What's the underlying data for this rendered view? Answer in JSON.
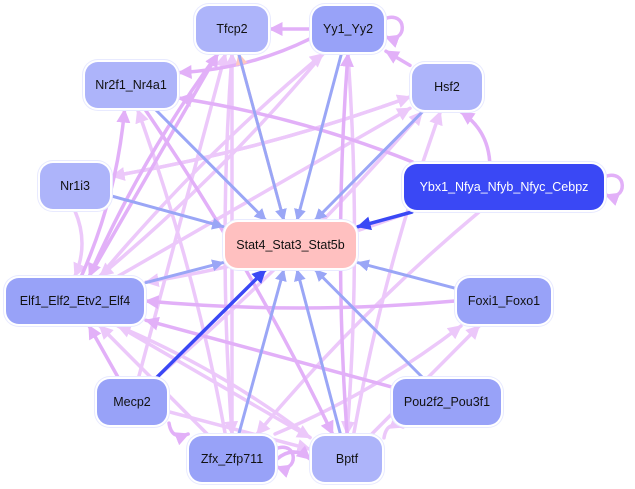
{
  "graph": {
    "type": "directed-network",
    "colors": {
      "center_node": "#ffc0c0",
      "node_strong": "#3a48f5",
      "node_medium": "#98a2f8",
      "node_light": "#adb4fa",
      "edge_to_center": "#9aa6f6",
      "edge_strong": "#3a48f5",
      "edge_other": "#e2b0f8",
      "edge_faint": "#ecc8fa",
      "edge_peach": "#ffc8c0"
    },
    "nodes": [
      {
        "id": "Tfcp2",
        "label": "Tfcp2",
        "shade": "light"
      },
      {
        "id": "Yy1_Yy2",
        "label": "Yy1_Yy2",
        "shade": "medium"
      },
      {
        "id": "Nr2f1_Nr4a1",
        "label": "Nr2f1_Nr4a1",
        "shade": "light"
      },
      {
        "id": "Hsf2",
        "label": "Hsf2",
        "shade": "light"
      },
      {
        "id": "Nr1i3",
        "label": "Nr1i3",
        "shade": "light"
      },
      {
        "id": "Ybx1",
        "label": "Ybx1_Nfya_Nfyb_Nfyc_Cebpz",
        "shade": "strong"
      },
      {
        "id": "Stat",
        "label": "Stat4_Stat3_Stat5b",
        "shade": "center"
      },
      {
        "id": "Elf",
        "label": "Elf1_Elf2_Etv2_Elf4",
        "shade": "medium"
      },
      {
        "id": "Foxi1",
        "label": "Foxi1_Foxo1",
        "shade": "medium"
      },
      {
        "id": "Mecp2",
        "label": "Mecp2",
        "shade": "medium"
      },
      {
        "id": "Pou2f2",
        "label": "Pou2f2_Pou3f1",
        "shade": "medium"
      },
      {
        "id": "Zfx",
        "label": "Zfx_Zfp711",
        "shade": "medium"
      },
      {
        "id": "Bptf",
        "label": "Bptf",
        "shade": "light"
      }
    ],
    "edges": [
      {
        "from": "Tfcp2",
        "to": "Stat",
        "kind": "center"
      },
      {
        "from": "Stat",
        "to": "Tfcp2",
        "kind": "peach"
      },
      {
        "from": "Yy1_Yy2",
        "to": "Stat",
        "kind": "center"
      },
      {
        "from": "Nr2f1_Nr4a1",
        "to": "Stat",
        "kind": "center"
      },
      {
        "from": "Hsf2",
        "to": "Stat",
        "kind": "center"
      },
      {
        "from": "Nr1i3",
        "to": "Stat",
        "kind": "center"
      },
      {
        "from": "Ybx1",
        "to": "Stat",
        "kind": "strong"
      },
      {
        "from": "Elf",
        "to": "Stat",
        "kind": "center"
      },
      {
        "from": "Foxi1",
        "to": "Stat",
        "kind": "center"
      },
      {
        "from": "Mecp2",
        "to": "Stat",
        "kind": "strong"
      },
      {
        "from": "Pou2f2",
        "to": "Stat",
        "kind": "center"
      },
      {
        "from": "Zfx",
        "to": "Stat",
        "kind": "center"
      },
      {
        "from": "Bptf",
        "to": "Stat",
        "kind": "center"
      },
      {
        "from": "Yy1_Yy2",
        "to": "Yy1_Yy2",
        "kind": "other"
      },
      {
        "from": "Ybx1",
        "to": "Ybx1",
        "kind": "other"
      },
      {
        "from": "Zfx",
        "to": "Zfx",
        "kind": "other"
      },
      {
        "from": "Hsf2",
        "to": "Yy1_Yy2",
        "kind": "other"
      },
      {
        "from": "Ybx1",
        "to": "Hsf2",
        "kind": "other"
      },
      {
        "from": "Yy1_Yy2",
        "to": "Nr2f1_Nr4a1",
        "kind": "other"
      },
      {
        "from": "Yy1_Yy2",
        "to": "Tfcp2",
        "kind": "other"
      },
      {
        "from": "Ybx1",
        "to": "Nr2f1_Nr4a1",
        "kind": "other"
      },
      {
        "from": "Foxi1",
        "to": "Elf",
        "kind": "other"
      },
      {
        "from": "Mecp2",
        "to": "Elf",
        "kind": "other"
      },
      {
        "from": "Mecp2",
        "to": "Zfx",
        "kind": "other"
      },
      {
        "from": "Zfx",
        "to": "Bptf",
        "kind": "other"
      },
      {
        "from": "Bptf",
        "to": "Pou2f2",
        "kind": "faint"
      },
      {
        "from": "Bptf",
        "to": "Foxi1",
        "kind": "faint"
      },
      {
        "from": "Zfx",
        "to": "Foxi1",
        "kind": "faint"
      },
      {
        "from": "Nr1i3",
        "to": "Elf",
        "kind": "faint"
      },
      {
        "from": "Elf",
        "to": "Tfcp2",
        "kind": "other"
      },
      {
        "from": "Elf",
        "to": "Nr2f1_Nr4a1",
        "kind": "other"
      },
      {
        "from": "Zfx",
        "to": "Tfcp2",
        "kind": "faint"
      },
      {
        "from": "Zfx",
        "to": "Nr2f1_Nr4a1",
        "kind": "faint"
      },
      {
        "from": "Bptf",
        "to": "Yy1_Yy2",
        "kind": "other"
      },
      {
        "from": "Bptf",
        "to": "Hsf2",
        "kind": "faint"
      },
      {
        "from": "Mecp2",
        "to": "Tfcp2",
        "kind": "faint"
      },
      {
        "from": "Mecp2",
        "to": "Hsf2",
        "kind": "faint"
      },
      {
        "from": "Elf",
        "to": "Yy1_Yy2",
        "kind": "faint"
      },
      {
        "from": "Elf",
        "to": "Hsf2",
        "kind": "faint"
      },
      {
        "from": "Nr1i3",
        "to": "Hsf2",
        "kind": "faint"
      },
      {
        "from": "Hsf2",
        "to": "Nr1i3",
        "kind": "faint"
      },
      {
        "from": "Pou2f2",
        "to": "Elf",
        "kind": "other"
      },
      {
        "from": "Zfx",
        "to": "Elf",
        "kind": "faint"
      },
      {
        "from": "Bptf",
        "to": "Elf",
        "kind": "faint"
      },
      {
        "from": "Yy1_Yy2",
        "to": "Bptf",
        "kind": "faint"
      },
      {
        "from": "Tfcp2",
        "to": "Elf",
        "kind": "other"
      },
      {
        "from": "Elf",
        "to": "Bptf",
        "kind": "faint"
      },
      {
        "from": "Ybx1",
        "to": "Zfx",
        "kind": "faint"
      },
      {
        "from": "Ybx1",
        "to": "Elf",
        "kind": "faint"
      },
      {
        "from": "Nr2f1_Nr4a1",
        "to": "Bptf",
        "kind": "other"
      },
      {
        "from": "Mecp2",
        "to": "Bptf",
        "kind": "faint"
      },
      {
        "from": "Tfcp2",
        "to": "Zfx",
        "kind": "faint"
      },
      {
        "from": "Yy1_Yy2",
        "to": "Elf",
        "kind": "faint"
      }
    ]
  }
}
